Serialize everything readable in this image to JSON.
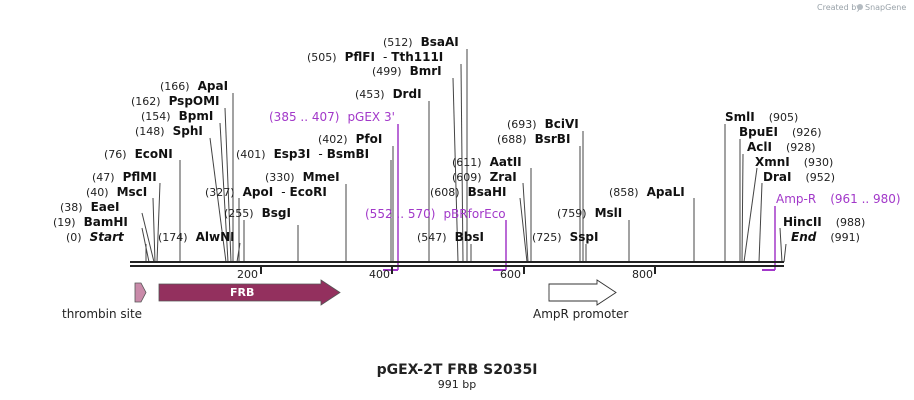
{
  "credit": "Created by",
  "brand": "SnapGene",
  "title": "pGEX-2T FRB S2035I",
  "subtitle": "991 bp",
  "ticks": [
    "200",
    "400",
    "600",
    "800"
  ],
  "sites": [
    {
      "pos": "(0)",
      "name": "Start",
      "italic": true
    },
    {
      "pos": "(19)",
      "name": "BamHI"
    },
    {
      "pos": "(38)",
      "name": "EaeI"
    },
    {
      "pos": "(40)",
      "name": "MscI"
    },
    {
      "pos": "(47)",
      "name": "PflMI"
    },
    {
      "pos": "(76)",
      "name": "EcoNI"
    },
    {
      "pos": "(148)",
      "name": "SphI"
    },
    {
      "pos": "(154)",
      "name": "BpmI"
    },
    {
      "pos": "(162)",
      "name": "PspOMI"
    },
    {
      "pos": "(166)",
      "name": "ApaI"
    },
    {
      "pos": "(174)",
      "name": "AlwNI"
    },
    {
      "pos": "(255)",
      "name": "BsgI"
    },
    {
      "pos": "(327)",
      "name": "ApoI",
      "name2": "EcoRI"
    },
    {
      "pos": "(330)",
      "name": "MmeI"
    },
    {
      "pos": "(401)",
      "name": "Esp3I",
      "name2": "BsmBI"
    },
    {
      "pos": "(402)",
      "name": "PfoI"
    },
    {
      "pos": "(453)",
      "name": "DrdI"
    },
    {
      "pos": "(499)",
      "name": "BmrI"
    },
    {
      "pos": "(505)",
      "name": "PflFI",
      "name2": "Tth111I"
    },
    {
      "pos": "(512)",
      "name": "BsaAI"
    },
    {
      "pos": "(547)",
      "name": "BbsI"
    },
    {
      "pos": "(608)",
      "name": "BsaHI"
    },
    {
      "pos": "(609)",
      "name": "ZraI"
    },
    {
      "pos": "(611)",
      "name": "AatII"
    },
    {
      "pos": "(688)",
      "name": "BsrBI"
    },
    {
      "pos": "(693)",
      "name": "BciVI"
    },
    {
      "pos": "(725)",
      "name": "SspI"
    },
    {
      "pos": "(759)",
      "name": "MslI"
    },
    {
      "pos": "(858)",
      "name": "ApaLI"
    },
    {
      "pos": "(905)",
      "name": "SmlI",
      "pos_after": true
    },
    {
      "pos": "(926)",
      "name": "BpuEI",
      "pos_after": true
    },
    {
      "pos": "(928)",
      "name": "AclI",
      "pos_after": true
    },
    {
      "pos": "(930)",
      "name": "XmnI",
      "pos_after": true
    },
    {
      "pos": "(952)",
      "name": "DraI",
      "pos_after": true
    },
    {
      "pos": "(988)",
      "name": "HincII",
      "pos_after": true
    },
    {
      "pos": "(991)",
      "name": "End",
      "italic": true,
      "pos_after": true
    }
  ],
  "primers": [
    {
      "range": "(385 .. 407)",
      "name": "pGEX 3'"
    },
    {
      "range": "(552 .. 570)",
      "name": "pBRforEco"
    },
    {
      "range": "(961 .. 980)",
      "name": "Amp-R"
    }
  ],
  "features": [
    {
      "name": "thrombin site",
      "color": "#c98aa9"
    },
    {
      "name": "FRB",
      "color": "#93305e"
    },
    {
      "name": "AmpR promoter",
      "color": "#ffffff"
    }
  ],
  "colors": {
    "primer": "#a238c9",
    "backbone": "#222222"
  }
}
